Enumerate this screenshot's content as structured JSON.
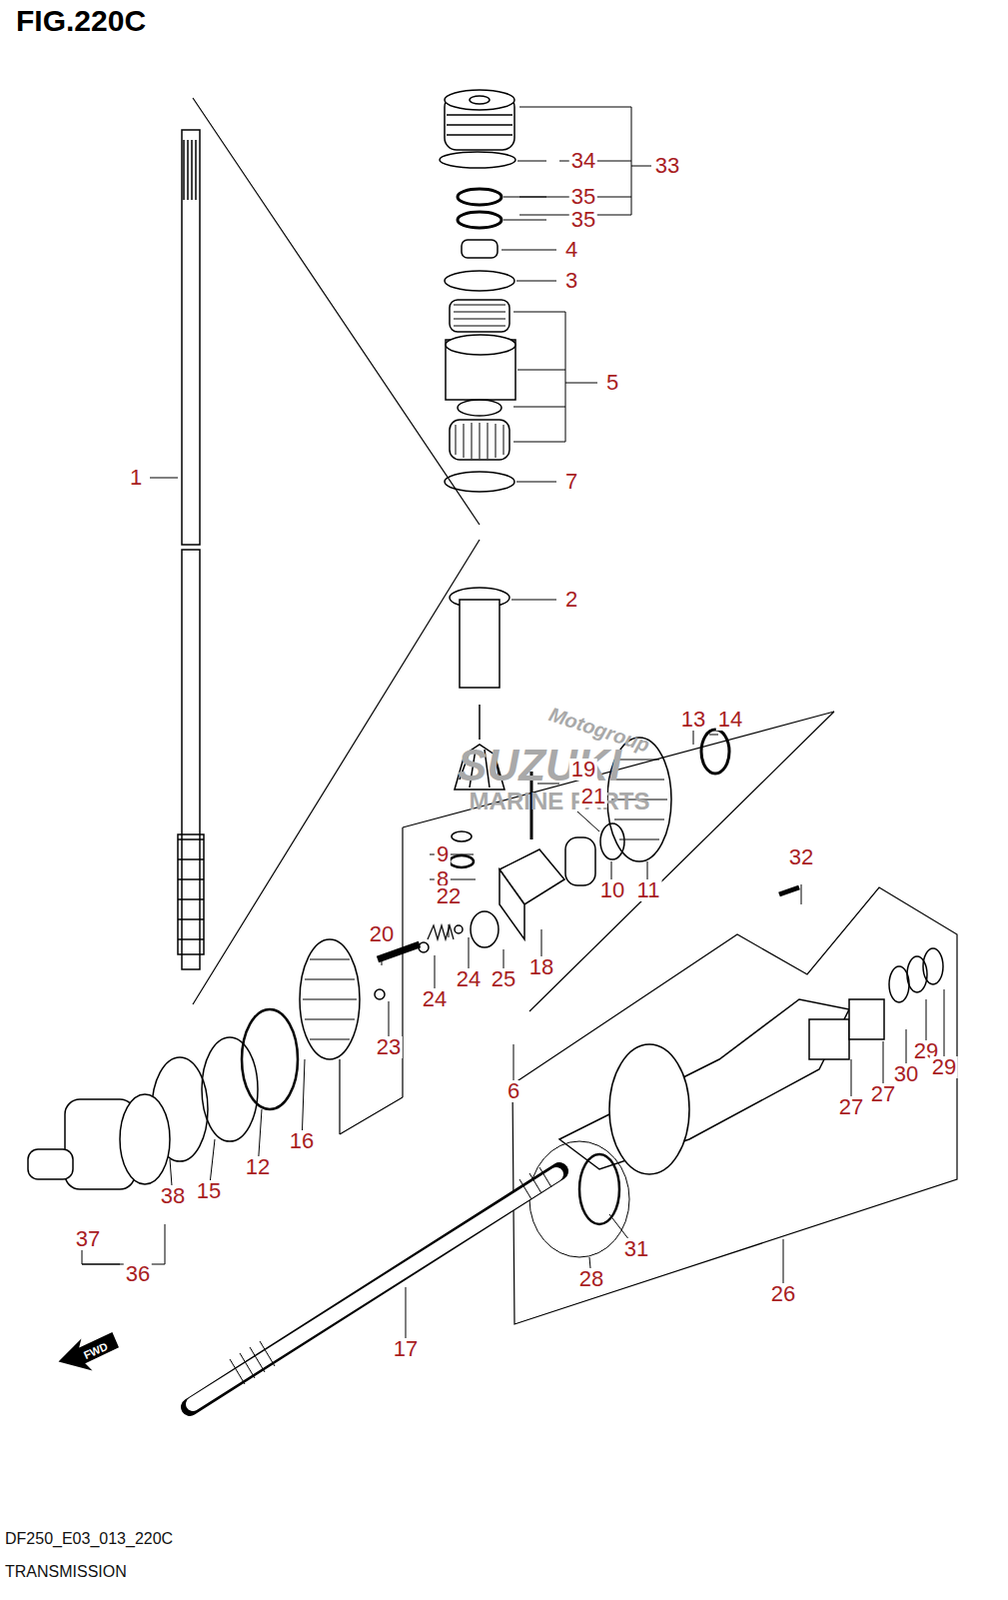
{
  "diagram": {
    "title": "FIG.220C",
    "labels": [
      "34",
      "33",
      "35",
      "35",
      "4",
      "3",
      "5",
      "1",
      "7",
      "2",
      "Motogroup",
      "SUZUKI",
      "MARINE PARTS",
      "13",
      "14",
      "19",
      "21",
      "9",
      "8",
      "32",
      "10",
      "11",
      "22",
      "20",
      "18",
      "24",
      "24",
      "25",
      "23",
      "6",
      "27",
      "27",
      "30",
      "29",
      "29",
      "16",
      "12",
      "15",
      "38",
      "37",
      "36",
      "31",
      "28",
      "26",
      "17",
      "FWD",
      "DF250_E03_013_220C",
      "TRANSMISSION"
    ]
  }
}
